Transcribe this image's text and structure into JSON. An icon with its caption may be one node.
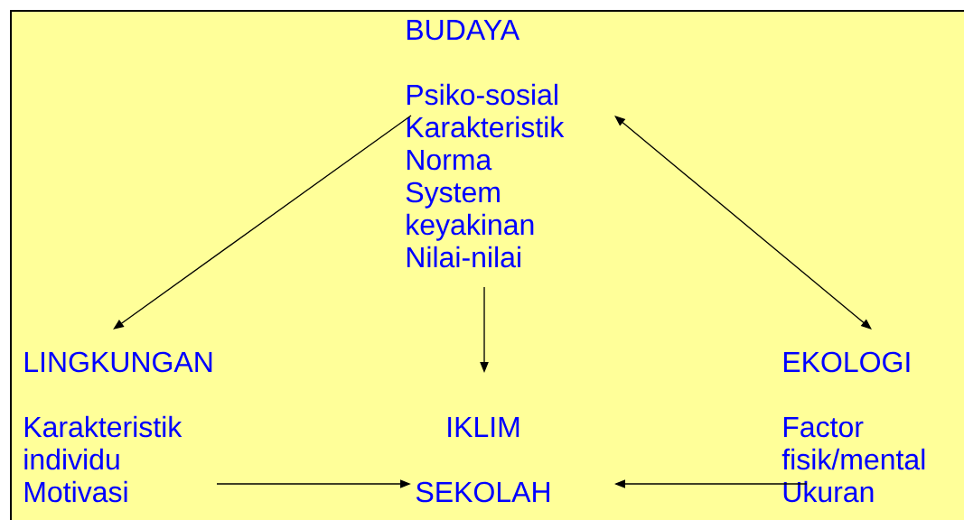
{
  "diagram": {
    "nodes": [
      {
        "text": [
          "BUDAYA",
          "Psiko-sosial Karakteristik Norma System keyakinan Nilai-nilai"
        ]
      },
      {
        "text": [
          "LINGKUNGAN",
          "Karakteristik individu Motivasi"
        ]
      },
      {
        "text": [
          "EKOLOGI",
          "Factor fisik/mental Ukuran"
        ]
      },
      {
        "text": [
          "IKLIM",
          "SEKOLAH"
        ]
      }
    ],
    "edges": [
      {
        "from": 0,
        "to": 1,
        "arrow": "to"
      },
      {
        "from": 0,
        "to": 2,
        "arrow": "both"
      },
      {
        "from": 0,
        "to": 3,
        "arrow": "to"
      },
      {
        "from": 1,
        "to": 3,
        "arrow": "to"
      },
      {
        "from": 2,
        "to": 3,
        "arrow": "to"
      }
    ]
  }
}
